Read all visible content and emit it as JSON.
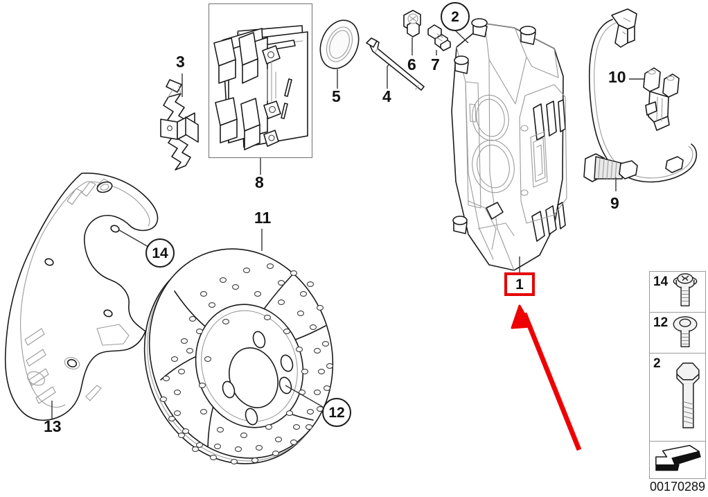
{
  "diagram": {
    "title": "Front brake assembly exploded parts diagram",
    "part_number": "00170289",
    "highlight_color": "#e60000",
    "line_color": "#1a1a1a",
    "background": "#ffffff"
  },
  "callouts": [
    {
      "id": "3",
      "label": "3",
      "style": "plain",
      "part": "brake-pad-retaining-spring"
    },
    {
      "id": "8",
      "label": "8",
      "style": "plain",
      "part": "brake-pad-set"
    },
    {
      "id": "5",
      "label": "5",
      "style": "plain",
      "part": "seal-ring"
    },
    {
      "id": "4",
      "label": "4",
      "style": "plain",
      "part": "guide-pin"
    },
    {
      "id": "6",
      "label": "6",
      "style": "plain",
      "part": "bleeder-valve-cap"
    },
    {
      "id": "7",
      "label": "7",
      "style": "plain",
      "part": "bleeder-screw"
    },
    {
      "id": "2",
      "label": "2",
      "style": "circle",
      "part": "caliper-mounting-bolt"
    },
    {
      "id": "10",
      "label": "10",
      "style": "plain",
      "part": "sensor-cable-clip"
    },
    {
      "id": "9",
      "label": "9",
      "style": "plain",
      "part": "brake-pad-wear-sensor"
    },
    {
      "id": "1",
      "label": "1",
      "style": "boxed",
      "part": "brake-caliper-housing"
    },
    {
      "id": "11",
      "label": "11",
      "style": "plain",
      "part": "brake-disc-rotor"
    },
    {
      "id": "12",
      "label": "12",
      "style": "circle",
      "part": "brake-disc-retaining-screw"
    },
    {
      "id": "13",
      "label": "13",
      "style": "plain",
      "part": "brake-dust-shield"
    },
    {
      "id": "14",
      "label": "14",
      "style": "circle",
      "part": "dust-shield-bolt"
    }
  ],
  "sidebar": {
    "cells": [
      {
        "number": "14",
        "fastener": "flange-head-bolt"
      },
      {
        "number": "12",
        "fastener": "countersunk-socket-screw"
      },
      {
        "number": "2",
        "fastener": "hex-head-bolt"
      },
      {
        "number": "",
        "fastener": "direction-arrow-symbol"
      }
    ]
  },
  "annotation": {
    "arrow_color": "#ee0000",
    "arrow_from": "bottom-right",
    "arrow_to": "callout-1"
  }
}
